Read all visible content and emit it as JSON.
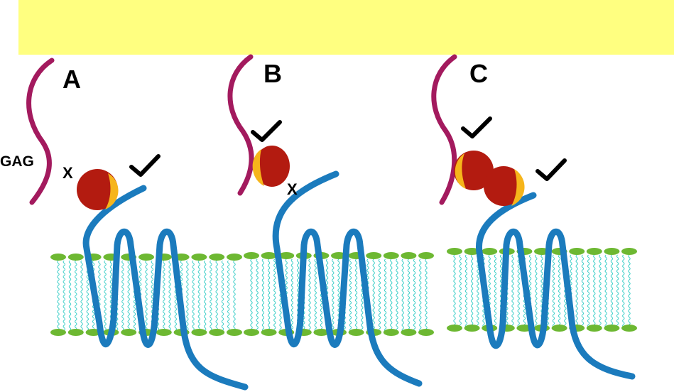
{
  "panels": [
    {
      "label": "A",
      "gag_mark": "X",
      "receptor_mark": "check"
    },
    {
      "label": "B",
      "gag_mark": "check",
      "receptor_mark": "X"
    },
    {
      "label": "C",
      "gag_mark": "check",
      "receptor_mark": "check"
    }
  ],
  "gag_label": "GAG",
  "marks": {
    "x_text": "X"
  },
  "colors": {
    "extracellular_matrix": "#ffff80",
    "gag_chain": "#a31a5e",
    "receptor": "#1b7bbd",
    "lipid_head": "#6db832",
    "lipid_tail": "#3ccfc8",
    "ligand_body": "#b31b10",
    "ligand_site": "#f6b51b",
    "mark": "#000000"
  },
  "icons": [
    "check-mark-icon",
    "x-mark"
  ]
}
